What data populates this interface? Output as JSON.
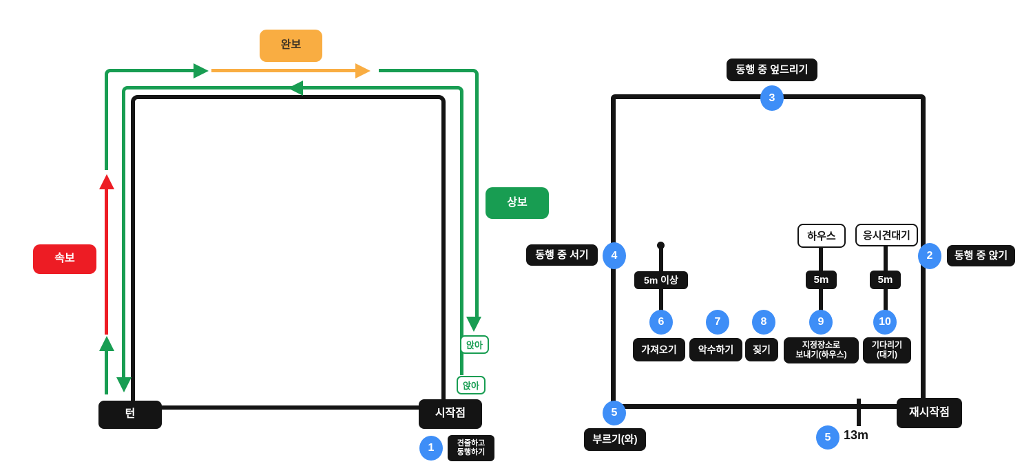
{
  "palette": {
    "accent_blue": "#3e8ef7",
    "path_green": "#189d52",
    "path_red": "#ed1c24",
    "path_orange": "#f9ad42",
    "box_black": "#141414"
  },
  "left_course": {
    "speed_labels": {
      "slow_walk": "완보",
      "normal_walk": "상보",
      "trot": "속보"
    },
    "points": {
      "turn": "턴",
      "start": "시작점"
    },
    "sit_upper": "앉아",
    "sit_lower": "앉아",
    "step1": {
      "num": "1",
      "line1": "견줄하고",
      "line2": "동행하기"
    }
  },
  "right_course": {
    "station_labels": {
      "top": "동행 중 엎드리기",
      "left": "동행 중 서기",
      "right": "동행 중 앉기",
      "bottom_left": "부르기(와)",
      "restart": "재시작점"
    },
    "checkpoints": {
      "p2": "2",
      "p3": "3",
      "p4": "4",
      "p5": "5",
      "p5b": "5"
    },
    "target_boxes": {
      "house": "하우스",
      "gaze_wait": "응시견대기"
    },
    "distance_labels": {
      "min_5m": "5m 이상",
      "house_5m": "5m",
      "gaze_5m": "5m",
      "track_13m": "13m"
    },
    "tasks": [
      {
        "num": "6",
        "line1": "가져오기",
        "line2": ""
      },
      {
        "num": "7",
        "line1": "악수하기",
        "line2": ""
      },
      {
        "num": "8",
        "line1": "짖기",
        "line2": ""
      },
      {
        "num": "9",
        "line1": "지정장소로",
        "line2": "보내기(하우스)"
      },
      {
        "num": "10",
        "line1": "기다리기",
        "line2": "(대기)"
      }
    ]
  }
}
